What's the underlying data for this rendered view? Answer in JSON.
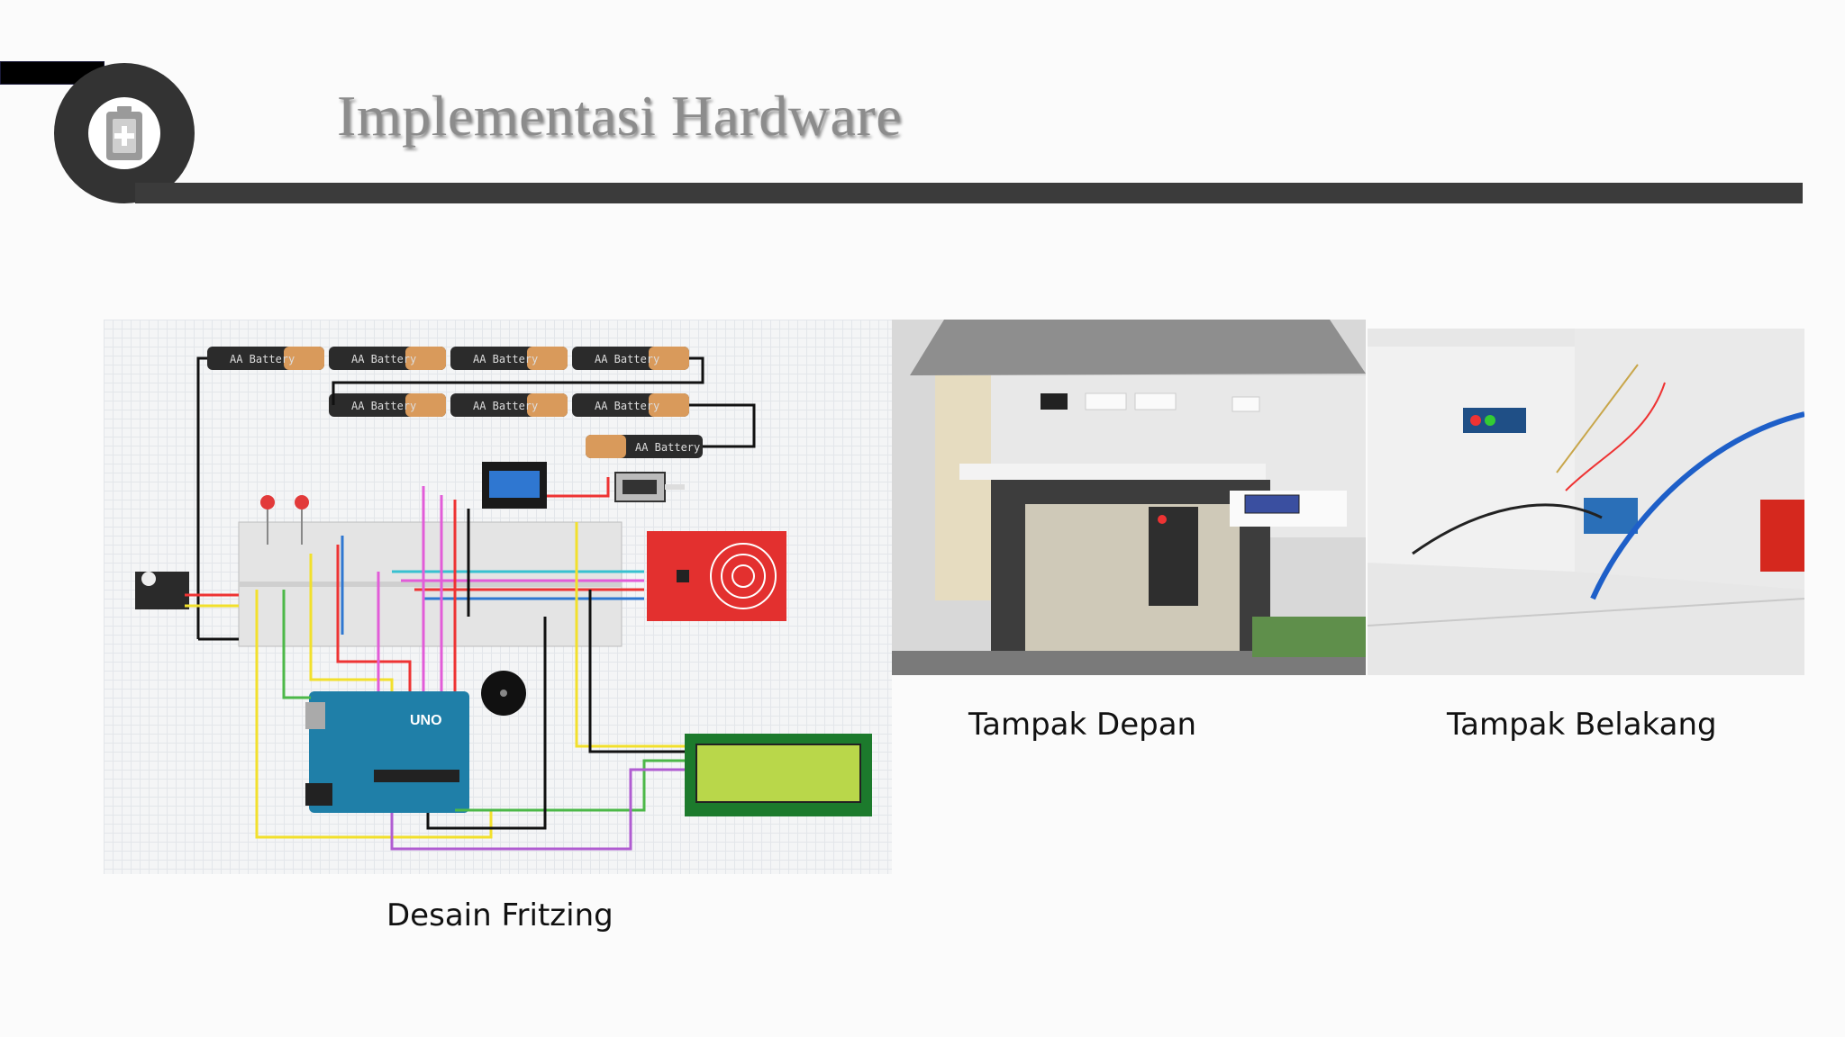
{
  "header": {
    "title": "Implementasi Hardware",
    "icon": "battery-plus-icon"
  },
  "figures": {
    "fritzing": {
      "caption": "Desain Fritzing",
      "battery_label": "AA Battery",
      "board_label": "UNO"
    },
    "front": {
      "caption": "Tampak Depan"
    },
    "back": {
      "caption": "Tampak Belakang"
    }
  },
  "colors": {
    "title_text": "#8c8c8c",
    "header_bar": "#3b3b3b",
    "arduino": "#1f7fa8",
    "rfid": "#e3302f",
    "lcd": "#b9d74a"
  }
}
